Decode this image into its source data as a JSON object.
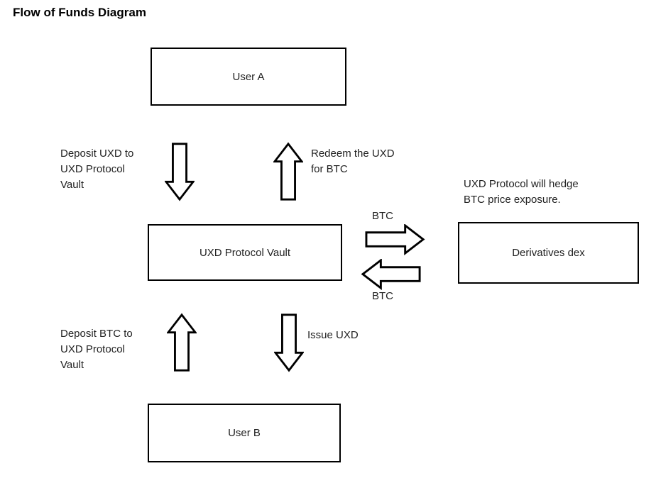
{
  "title": "Flow of Funds Diagram",
  "nodes": {
    "user_a": {
      "label": "User A"
    },
    "vault": {
      "label": "UXD Protocol Vault"
    },
    "dex": {
      "label": "Derivatives dex"
    },
    "user_b": {
      "label": "User B"
    }
  },
  "flows": {
    "deposit_uxd": {
      "label": "Deposit UXD to\nUXD Protocol\nVault",
      "direction": "down",
      "from": "User A",
      "to": "UXD Protocol Vault"
    },
    "redeem_uxd": {
      "label": "Redeem the UXD\nfor BTC",
      "direction": "up",
      "from": "UXD Protocol Vault",
      "to": "User A"
    },
    "btc_to_dex": {
      "label": "BTC",
      "direction": "right",
      "from": "UXD Protocol Vault",
      "to": "Derivatives dex"
    },
    "btc_from_dex": {
      "label": "BTC",
      "direction": "left",
      "from": "Derivatives dex",
      "to": "UXD Protocol Vault"
    },
    "deposit_btc": {
      "label": "Deposit BTC to\nUXD Protocol\nVault",
      "direction": "up",
      "from": "User B",
      "to": "UXD Protocol Vault"
    },
    "issue_uxd": {
      "label": "Issue UXD",
      "direction": "down",
      "from": "UXD Protocol Vault",
      "to": "User B"
    }
  },
  "annotations": {
    "hedge_note": "UXD Protocol will hedge\nBTC price exposure."
  },
  "colors": {
    "ink": "#000000",
    "text": "#212121",
    "background": "#ffffff"
  }
}
